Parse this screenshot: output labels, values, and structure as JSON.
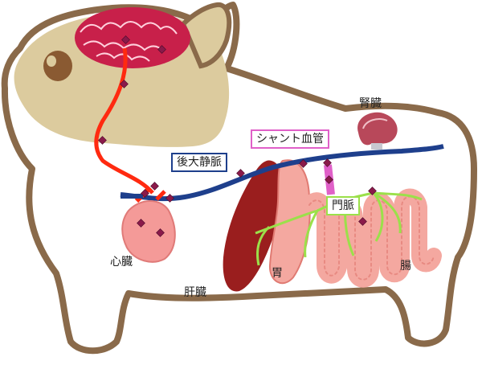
{
  "labels": {
    "kidney": "腎臓",
    "shunt": "シャント血管",
    "caudal_vena_cava": "後大静脈",
    "portal_vein": "門脈",
    "heart": "心臓",
    "liver": "肝臓",
    "stomach": "胃",
    "intestine": "腸"
  },
  "colors": {
    "body_outline": "#8a6a4a",
    "head_fill": "#dccb9e",
    "brain": "#c8204a",
    "artery": "#ff2a10",
    "vena_cava": "#1e3f8c",
    "shunt_vessel": "#e060c8",
    "portal_vein": "#9be04a",
    "liver": "#9a1e1e",
    "heart": "#f49a98",
    "gut": "#f4a8a0",
    "kidney": "#b8485a",
    "shunt_box_border": "#e060c8",
    "vena_box_border": "#1e3f8c",
    "portal_box_border": "#9be04a"
  }
}
